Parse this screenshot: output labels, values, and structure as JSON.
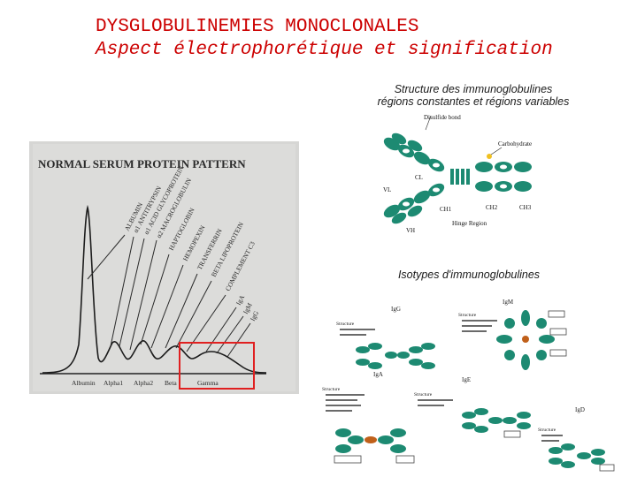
{
  "header": {
    "title": "DYSGLOBULINEMIES MONOCLONALES",
    "subtitle": "Aspect électrophorétique et signification"
  },
  "structure_caption": {
    "line1": "Structure des immunoglobulines",
    "line2": "régions constantes et régions variables"
  },
  "isotypes_caption": "Isotypes d'immunoglobulines",
  "serum_pattern": {
    "title": "NORMAL SERUM PROTEIN PATTERN",
    "proteins": [
      "ALBUMIN",
      "α1 ANTITRYPSIN",
      "α1 ACID GLYCOPROTEIN",
      "α2 MACROGLOBULIN",
      "HAPTOGLOBIN",
      "HEMOPEXIN",
      "TRANSFERRIN",
      "BETA LIPOPROTEIN",
      "COMPLEMENT C3",
      "IgA",
      "IgM",
      "IgG"
    ],
    "fractions": [
      "Albumin",
      "Alpha1",
      "Alpha2",
      "Beta",
      "Gamma"
    ],
    "highlight_color": "#e02020"
  },
  "ig_structure": {
    "labels": {
      "disulfide": "Disulfide bond",
      "carbohydrate": "Carbohydrate",
      "cl": "CL",
      "vl": "VL",
      "ch1": "CH1",
      "ch2": "CH2",
      "ch3": "CH3",
      "vh": "VH",
      "hinge": "Hinge Region"
    },
    "domain_color": "#1d8a72"
  },
  "isotypes": {
    "igg": "IgG",
    "igm": "IgM",
    "iga": "IgA",
    "ige": "IgE",
    "igd": "IgD",
    "structure_label": "Structure"
  }
}
